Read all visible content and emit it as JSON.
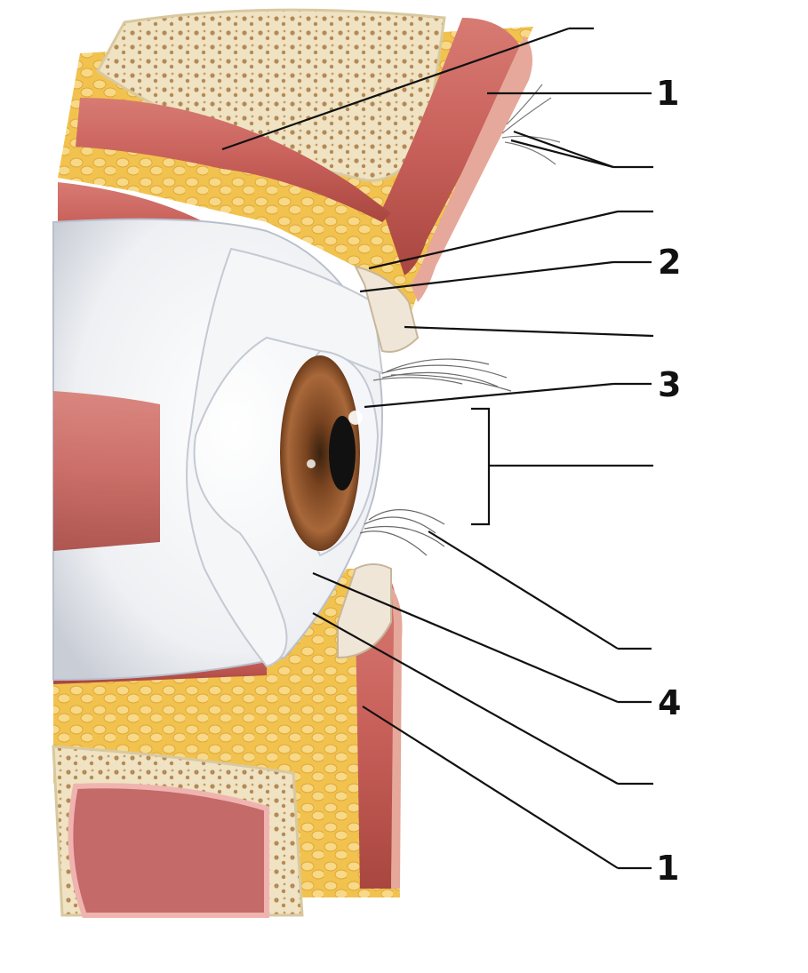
{
  "colors": {
    "fat": "#f2c24e",
    "fat_light": "#f7d987",
    "muscle": "#c8605a",
    "muscle_dark": "#a8463f",
    "bone": "#efe3c3",
    "bone_pore": "#b58a55",
    "sclera": "#eef0f3",
    "sclera_shadow": "#c9cdd6",
    "iris": "#9a5a2e",
    "pupil": "#111111",
    "skin": "#e6a89b",
    "leader_line": "#111111"
  },
  "labels": {
    "one_top": "1",
    "two": "2",
    "three": "3",
    "four": "4",
    "one_bottom": "1"
  },
  "icons": {
    "eye": "eyeball-cross-section",
    "eyelashes": "eyelash-strands"
  }
}
